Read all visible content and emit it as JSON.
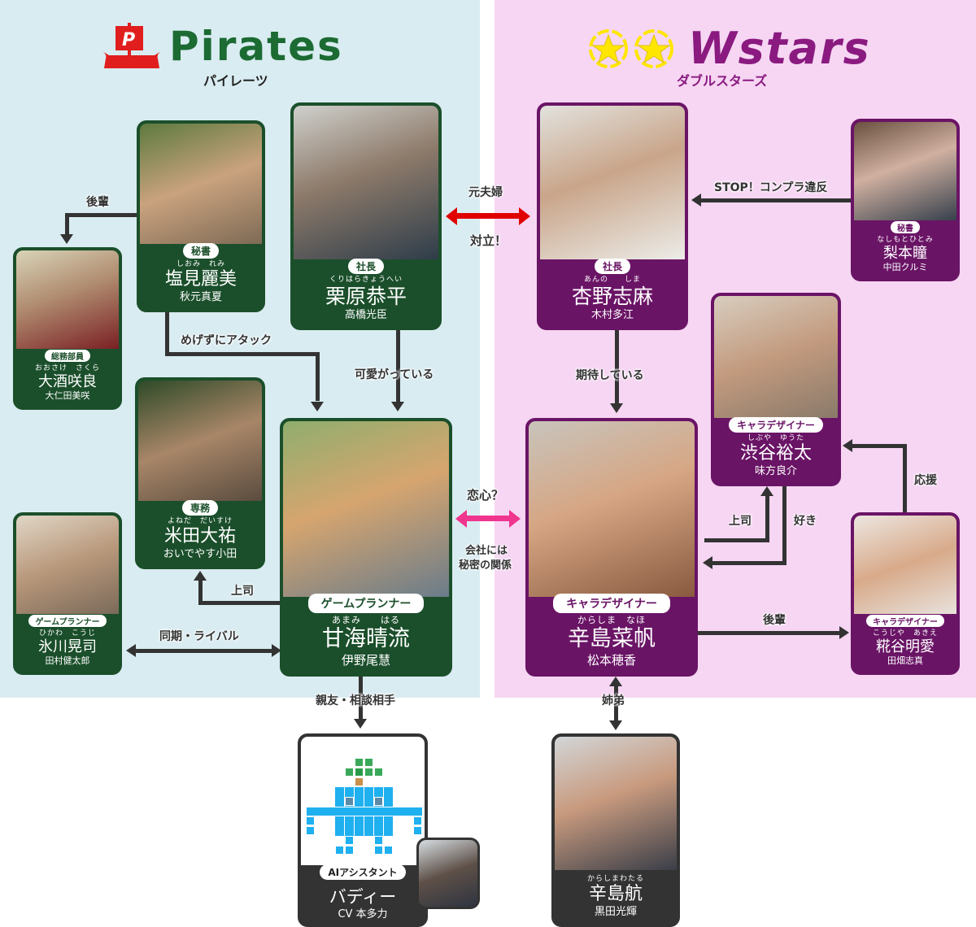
{
  "pirates": {
    "logo_text": "Pirates",
    "logo_kana": "パイレーツ",
    "logo_icon_letter": "P",
    "brand_color": "#1b6b33",
    "accent_color": "#e01e1e",
    "zone_color": "#d9ecf1"
  },
  "wstars": {
    "logo_text": "Wstars",
    "logo_kana": "ダブルスターズ",
    "logo_icons": "☆☆",
    "brand_color": "#8a1a80",
    "zone_color": "#f6d6f3"
  },
  "characters": {
    "shiomi": {
      "role": "秘書",
      "ruby": "しおみ　れみ",
      "name": "塩見麗美",
      "actor": "秋元真夏"
    },
    "kurihara": {
      "role": "社長",
      "ruby": "くりはらきょうへい",
      "name": "栗原恭平",
      "actor": "高橋光臣"
    },
    "oosake": {
      "role": "総務部員",
      "ruby": "おおさけ　さくら",
      "name": "大酒咲良",
      "actor": "大仁田美咲"
    },
    "yoneda": {
      "role": "専務",
      "ruby": "よねだ　だいすけ",
      "name": "米田大祐",
      "actor": "おいでやす小田"
    },
    "amami": {
      "role": "ゲームプランナー",
      "ruby": "あまみ　　はる",
      "name": "甘海晴流",
      "actor": "伊野尾慧"
    },
    "hikawa": {
      "role": "ゲームプランナー",
      "ruby": "ひかわ　こうじ",
      "name": "氷川晃司",
      "actor": "田村健太郎"
    },
    "buddy": {
      "role": "AIアシスタント",
      "name": "バディー",
      "actor": "CV 本多力"
    },
    "anno": {
      "role": "社長",
      "ruby": "あんの　　しま",
      "name": "杏野志麻",
      "actor": "木村多江"
    },
    "nashimoto": {
      "role": "秘書",
      "ruby": "なしもとひとみ",
      "name": "梨本瞳",
      "actor": "中田クルミ"
    },
    "shibuya": {
      "role": "キャラデザイナー",
      "ruby": "しぶや　ゆうた",
      "name": "渋谷裕太",
      "actor": "味方良介"
    },
    "karashima": {
      "role": "キャラデザイナー",
      "ruby": "からしま　なほ",
      "name": "辛島菜帆",
      "actor": "松本穂香"
    },
    "kouji": {
      "role": "キャラデザイナー",
      "ruby": "こうじや　あきえ",
      "name": "糀谷明愛",
      "actor": "田畑志真"
    },
    "wataru": {
      "ruby": "からしまわたる",
      "name": "辛島航",
      "actor": "黒田光輝"
    }
  },
  "relations": {
    "kohai1": "後輩",
    "attack": "めげずにアタック",
    "kawaigatte": "可愛がっている",
    "joushi1": "上司",
    "douki": "同期・ライバル",
    "shinyu": "親友・相談相手",
    "motofufu": "元夫婦",
    "tairitsu": "対立！",
    "koigokoro": "恋心？",
    "himitsu_1": "会社には",
    "himitsu_2": "秘密の関係",
    "stop": "STOP！コンプラ違反",
    "kitai": "期待している",
    "joushi2": "上司",
    "suki": "好き",
    "ouen": "応援",
    "kohai2": "後輩",
    "shitei": "姉弟"
  },
  "colors": {
    "green_card": "#1b4f2b",
    "purple_card": "#6a1466",
    "dark_card": "#333333",
    "arrow": "#333333",
    "red_arrow": "#e00000",
    "pink_arrow": "#f0358f"
  }
}
